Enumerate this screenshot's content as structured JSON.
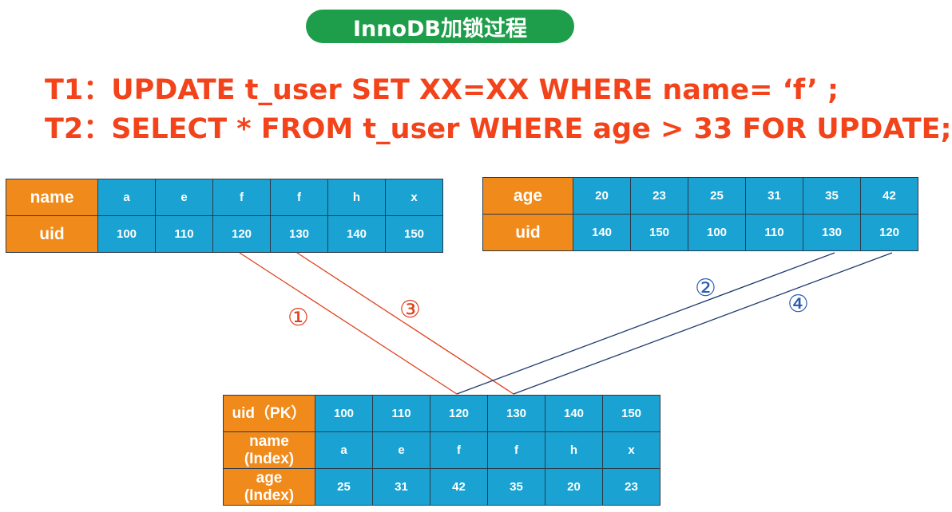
{
  "title": "InnoDB加锁过程",
  "sql": {
    "t1": "T1：UPDATE t_user SET XX=XX WHERE name= ‘f’ ;",
    "t2": "T2：SELECT * FROM t_user WHERE age > 33 FOR UPDATE;"
  },
  "name_index": {
    "headers": [
      "name",
      "uid"
    ],
    "name_values": [
      "a",
      "e",
      "f",
      "f",
      "h",
      "x"
    ],
    "uid_values": [
      "100",
      "110",
      "120",
      "130",
      "140",
      "150"
    ]
  },
  "age_index": {
    "headers": [
      "age",
      "uid"
    ],
    "age_values": [
      "20",
      "23",
      "25",
      "31",
      "35",
      "42"
    ],
    "uid_values": [
      "140",
      "150",
      "100",
      "110",
      "130",
      "120"
    ]
  },
  "primary_index": {
    "headers": [
      "uid（PK）",
      "name\n(Index)",
      "age\n(Index)"
    ],
    "uid_values": [
      "100",
      "110",
      "120",
      "130",
      "140",
      "150"
    ],
    "name_values": [
      "a",
      "e",
      "f",
      "f",
      "h",
      "x"
    ],
    "age_values": [
      "25",
      "31",
      "42",
      "35",
      "20",
      "23"
    ]
  },
  "markers": [
    "①",
    "②",
    "③",
    "④"
  ],
  "colors": {
    "title_bg": "#1e9e4a",
    "sql_text": "#f2431b",
    "header_bg": "#f08a1a",
    "cell_bg": "#1aa3d2",
    "highlight_text": "#e0401e",
    "red_line": "#e0401e",
    "blue_line": "#1f3a6e",
    "blue_marker": "#2a5fb0"
  }
}
